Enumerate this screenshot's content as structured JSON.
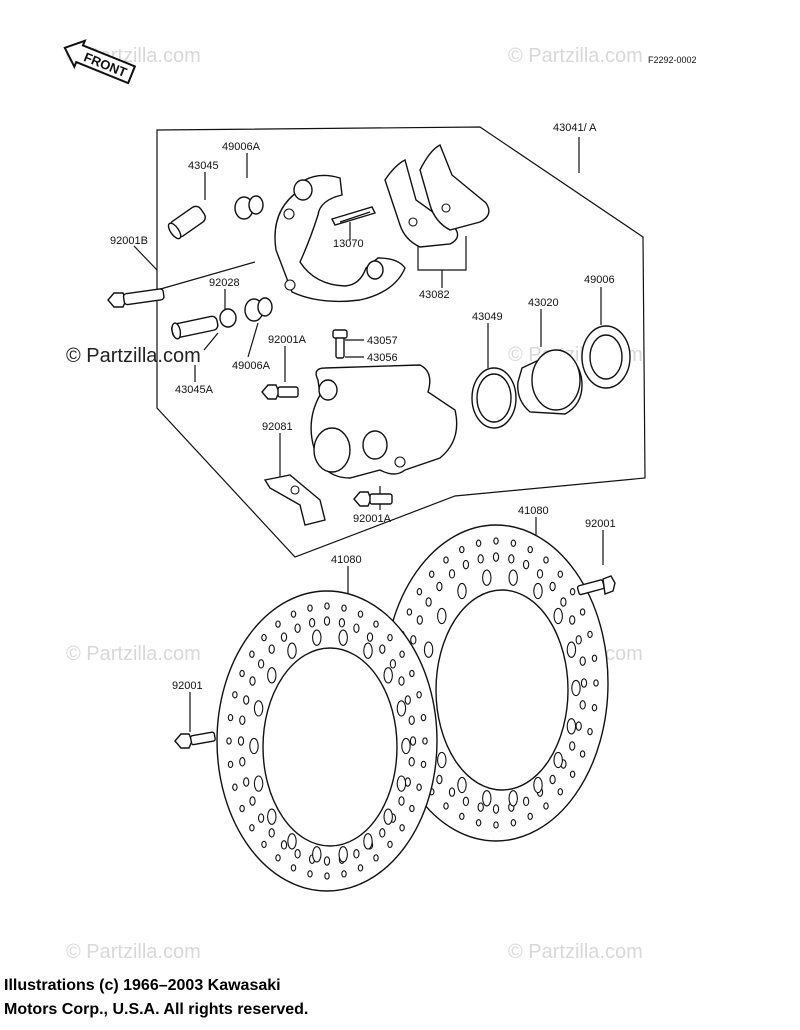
{
  "figure_code": "F2292-0002",
  "front_badge": "FRONT",
  "watermark_text": "© Partzilla.com",
  "parts": {
    "p43041A": "43041/ A",
    "p49006A_top": "49006A",
    "p43045": "43045",
    "p92001B": "92001B",
    "p13070": "13070",
    "p92028": "92028",
    "p43082": "43082",
    "p49006": "49006",
    "p43020": "43020",
    "p43049": "43049",
    "p43057": "43057",
    "p43056": "43056",
    "p92001A_top": "92001A",
    "p49006A_low": "49006A",
    "p43045A": "43045A",
    "p92081": "92081",
    "p92001A_low": "92001A",
    "p41080_left": "41080",
    "p41080_right": "41080",
    "p92001_right": "92001",
    "p92001_left": "92001"
  },
  "copyright": {
    "line1": "Illustrations (c) 1966–2003 Kawasaki",
    "line2": "Motors Corp., U.S.A.  All rights reserved."
  },
  "colors": {
    "line": "#111111",
    "watermark": "#d8d8d8",
    "background": "#ffffff"
  }
}
